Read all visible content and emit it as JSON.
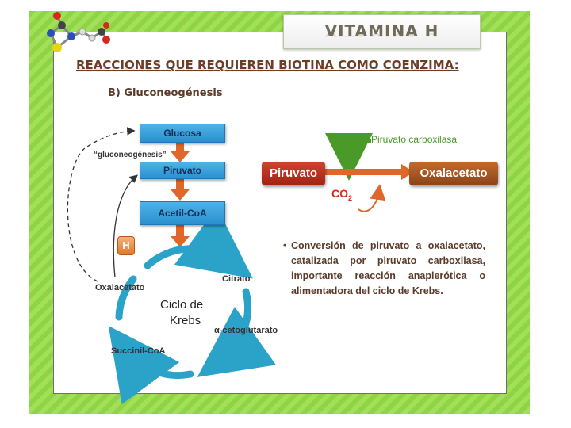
{
  "slide": {
    "title": "VITAMINA H",
    "heading": "REACCIONES QUE REQUIEREN BIOTINA COMO COENZIMA:",
    "subheading": "B) Gluconeogénesis"
  },
  "pathway": {
    "glucosa": "Glucosa",
    "gluconeogenesis_label": "“gluconeogénesis”",
    "piruvato": "Piruvato",
    "acetil_coa": "Acetil-CoA",
    "h_badge": "H",
    "cycle_title": "Ciclo de",
    "cycle_title2": "Krebs",
    "oxalacetato": "Oxalacetato",
    "citrato": "Citrato",
    "cetoglutarato": "α-cetoglutarato",
    "succinil": "Succinil-CoA"
  },
  "reaction": {
    "enzyme": "Piruvato carboxilasa",
    "substrate": "Piruvato",
    "product": "Oxalacetato",
    "co2": "CO",
    "co2_sub": "2"
  },
  "bullet": {
    "text": "Conversión de piruvato a oxalacetato, catalizada por piruvato carboxilasa, importante reacción anaplerótica o alimentadora del ciclo de Krebs."
  },
  "colors": {
    "green_bg": "#8fd444",
    "box_blue": "#2a8fd0",
    "arrow_orange": "#e0672a",
    "cycle_teal": "#2ba3c8",
    "enzyme_green": "#4a9a2a",
    "substrate_red": "#b02a1a",
    "product_brown": "#a0521e"
  }
}
